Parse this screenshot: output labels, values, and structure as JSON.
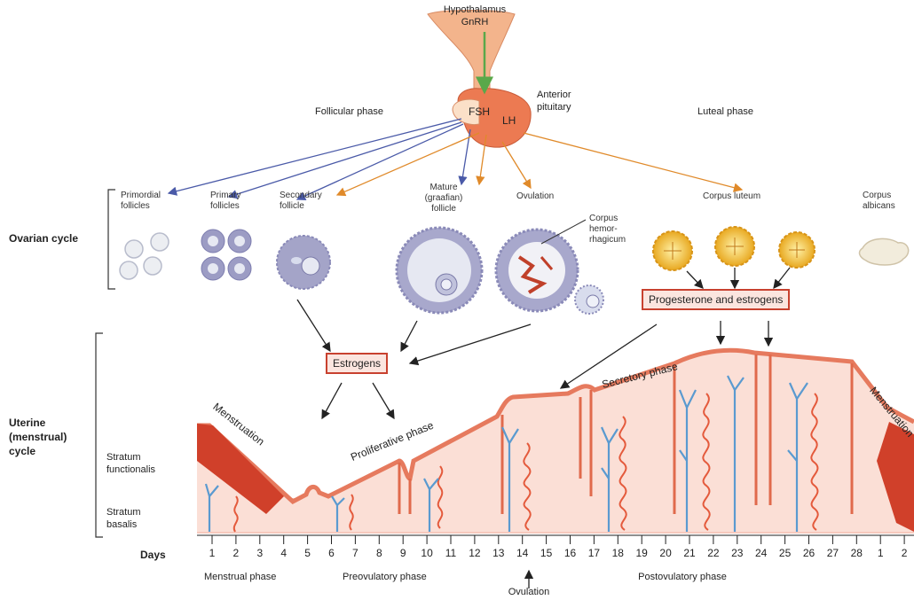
{
  "top": {
    "hypothalamus": "Hypothalamus",
    "gnrh": "GnRH",
    "anterior": "Anterior",
    "pituitary": "pituitary",
    "fsh": "FSH",
    "lh": "LH",
    "follicular_phase": "Follicular phase",
    "luteal_phase": "Luteal phase"
  },
  "ovarian": {
    "primordial_1": "Primordial",
    "primordial_2": "follicles",
    "primary_1": "Primary",
    "primary_2": "follicles",
    "secondary_1": "Secondary",
    "secondary_2": "follicle",
    "mature_1": "Mature",
    "mature_2": "(graafian)",
    "mature_3": "follicle",
    "ovulation": "Ovulation",
    "hemor_1": "Corpus",
    "hemor_2": "hemor-",
    "hemor_3": "rhagicum",
    "corpus_luteum": "Corpus luteum",
    "albicans_1": "Corpus",
    "albicans_2": "albicans"
  },
  "left": {
    "ovarian_cycle": "Ovarian cycle",
    "uterine_1": "Uterine",
    "uterine_2": "(menstrual)",
    "uterine_3": "cycle",
    "functionalis_1": "Stratum",
    "functionalis_2": "functionalis",
    "basalis_1": "Stratum",
    "basalis_2": "basalis"
  },
  "boxes": {
    "progesterone": "Progesterone and estrogens",
    "estrogens": "Estrogens"
  },
  "phases": {
    "menstruation": "Menstruation",
    "proliferative": "Proliferative phase",
    "secretory": "Secretory phase"
  },
  "axis": {
    "days_label": "Days",
    "days": [
      "1",
      "2",
      "3",
      "4",
      "5",
      "6",
      "7",
      "8",
      "9",
      "10",
      "11",
      "12",
      "13",
      "14",
      "15",
      "16",
      "17",
      "18",
      "19",
      "20",
      "21",
      "22",
      "23",
      "24",
      "25",
      "26",
      "27",
      "28",
      "1",
      "2"
    ],
    "menstrual_phase": "Menstrual phase",
    "preovulatory_phase": "Preovulatory phase",
    "ovulation": "Ovulation",
    "postovulatory_phase": "Postovulatory phase"
  },
  "colors": {
    "fsh_arrow": "#4a5aa8",
    "lh_arrow": "#e08a2a",
    "gnrh_arrow": "#5aa84a",
    "endometrium": "#fbdfd6",
    "menstrual_blood": "#d0402a",
    "box_border": "#c8412f",
    "box_fill": "#fbe5df"
  }
}
